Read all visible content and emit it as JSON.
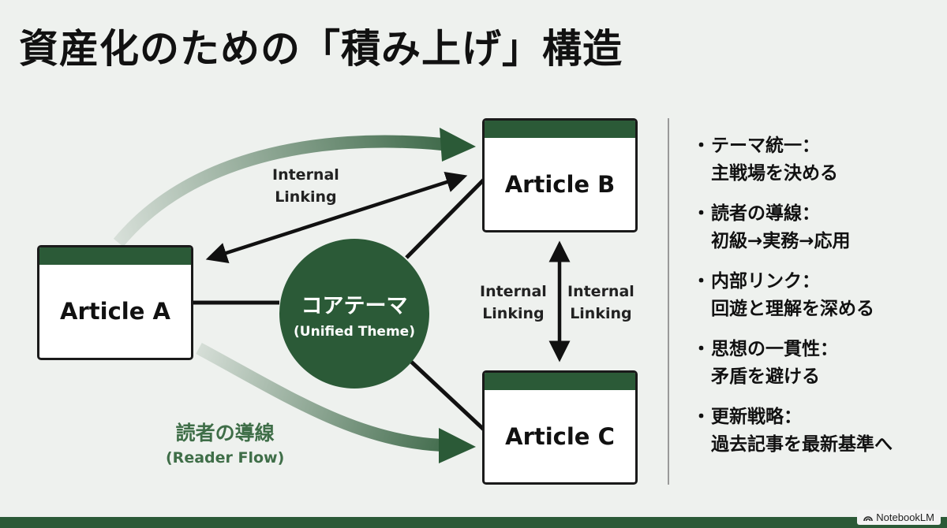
{
  "title": "資産化のための「積み上げ」構造",
  "diagram": {
    "core": {
      "name": "コアテーマ",
      "sub": "(Unified Theme)"
    },
    "articles": {
      "a": "Article A",
      "b": "Article B",
      "c": "Article C"
    },
    "link_ab": {
      "line1": "Internal",
      "line2": "Linking"
    },
    "link_bc_left": {
      "line1": "Internal",
      "line2": "Linking"
    },
    "link_bc_right": {
      "line1": "Internal",
      "line2": "Linking"
    },
    "reader_flow": {
      "main": "読者の導線",
      "sub": "(Reader Flow)"
    },
    "colors": {
      "accent": "#2b5a37",
      "flow_text": "#3f6e48"
    }
  },
  "bullets": [
    {
      "line1": "テーマ統一：",
      "line2": "主戦場を決める"
    },
    {
      "line1": "読者の導線：",
      "line2": "初級→実務→応用"
    },
    {
      "line1": "内部リンク：",
      "line2": "回遊と理解を深める"
    },
    {
      "line1": "思想の一貫性：",
      "line2": "矛盾を避ける"
    },
    {
      "line1": "更新戦略：",
      "line2": "過去記事を最新基準へ"
    }
  ],
  "bullet_marker": "・",
  "badge": {
    "icon": "notebooklm-icon",
    "text": "NotebookLM"
  }
}
